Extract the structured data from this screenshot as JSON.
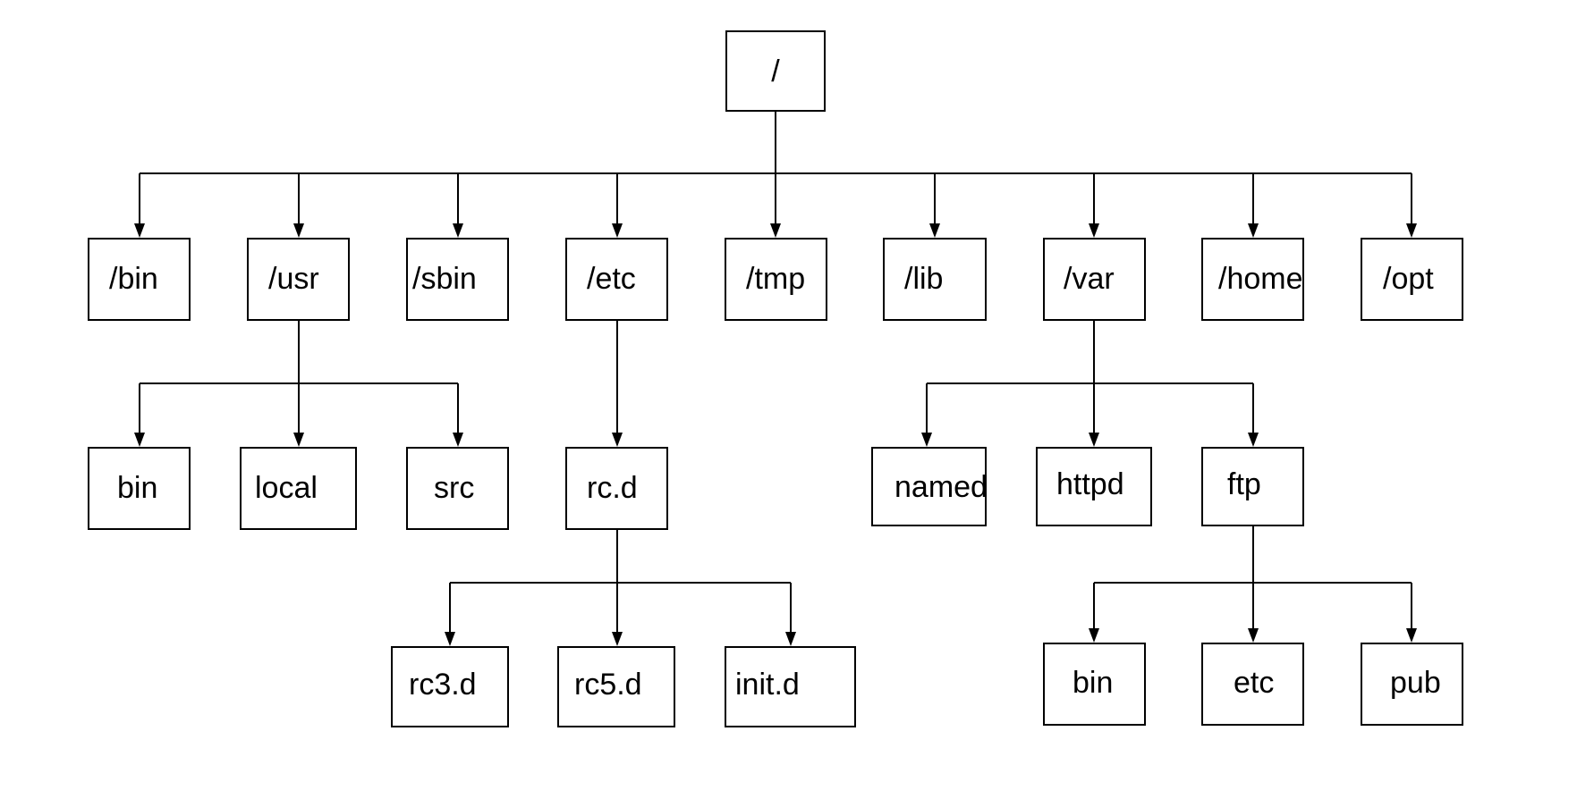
{
  "tree": {
    "root": {
      "label": "/"
    },
    "top_level": [
      {
        "label": "/bin"
      },
      {
        "label": "/usr",
        "children": [
          {
            "label": "bin"
          },
          {
            "label": "local"
          },
          {
            "label": "src"
          }
        ]
      },
      {
        "label": "/sbin"
      },
      {
        "label": "/etc",
        "children": [
          {
            "label": "rc.d",
            "children": [
              {
                "label": "rc3.d"
              },
              {
                "label": "rc5.d"
              },
              {
                "label": "init.d"
              }
            ]
          }
        ]
      },
      {
        "label": "/tmp"
      },
      {
        "label": "/lib"
      },
      {
        "label": "/var",
        "children": [
          {
            "label": "named"
          },
          {
            "label": "httpd"
          },
          {
            "label": "ftp",
            "children": [
              {
                "label": "bin"
              },
              {
                "label": "etc"
              },
              {
                "label": "pub"
              }
            ]
          }
        ]
      },
      {
        "label": "/home"
      },
      {
        "label": "/opt"
      }
    ]
  }
}
